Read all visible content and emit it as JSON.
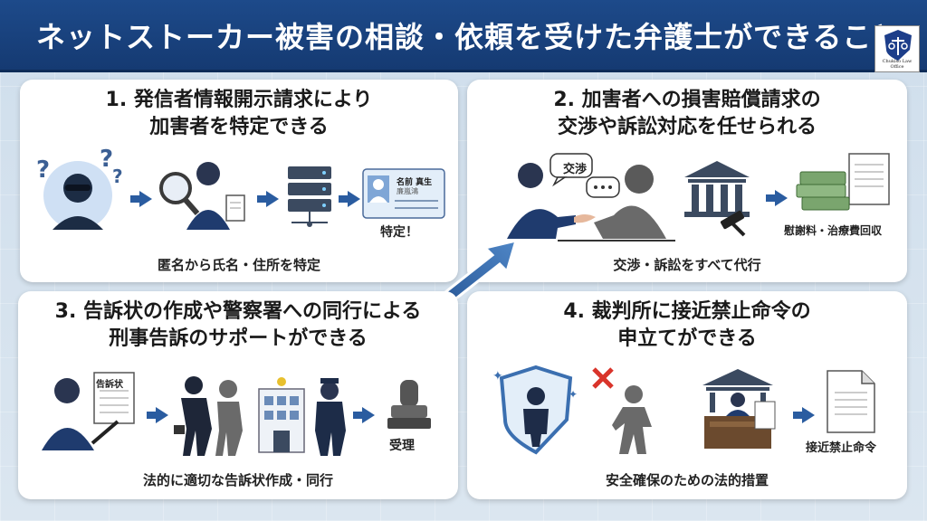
{
  "header": {
    "title": "ネットストーカー被害の相談・依頼を受けた弁護士ができること",
    "logo_text": "Chukiso Law Office"
  },
  "panels": [
    {
      "title_line1": "1. 発信者情報開示請求により",
      "title_line2": "加害者を特定できる",
      "caption": "匿名から氏名・住所を特定",
      "labels": {
        "identified": "特定！",
        "card_name": "名前 真生",
        "card_sub": "廉嵐鴻"
      }
    },
    {
      "title_line1": "2. 加害者への損害賠償請求の",
      "title_line2": "交渉や訴訟対応を任せられる",
      "caption": "交渉・訴訟をすべて代行",
      "labels": {
        "speech": "交渉",
        "recovery": "慰謝料・治療費回収"
      }
    },
    {
      "title_line1": "3. 告訴状の作成や警察署への同行による",
      "title_line2": "刑事告訴のサポートができる",
      "caption": "法的に適切な告訴状作成・同行",
      "labels": {
        "doc": "告訴状",
        "accepted": "受理"
      }
    },
    {
      "title_line1": "4. 裁判所に接近禁止命令の",
      "title_line2": "申立てができる",
      "caption": "安全確保のための法的措置",
      "labels": {
        "order": "接近禁止命令"
      }
    }
  ],
  "colors": {
    "navy": "#1d4a8a",
    "accent": "#2a5ca0",
    "red": "#d9342b"
  }
}
